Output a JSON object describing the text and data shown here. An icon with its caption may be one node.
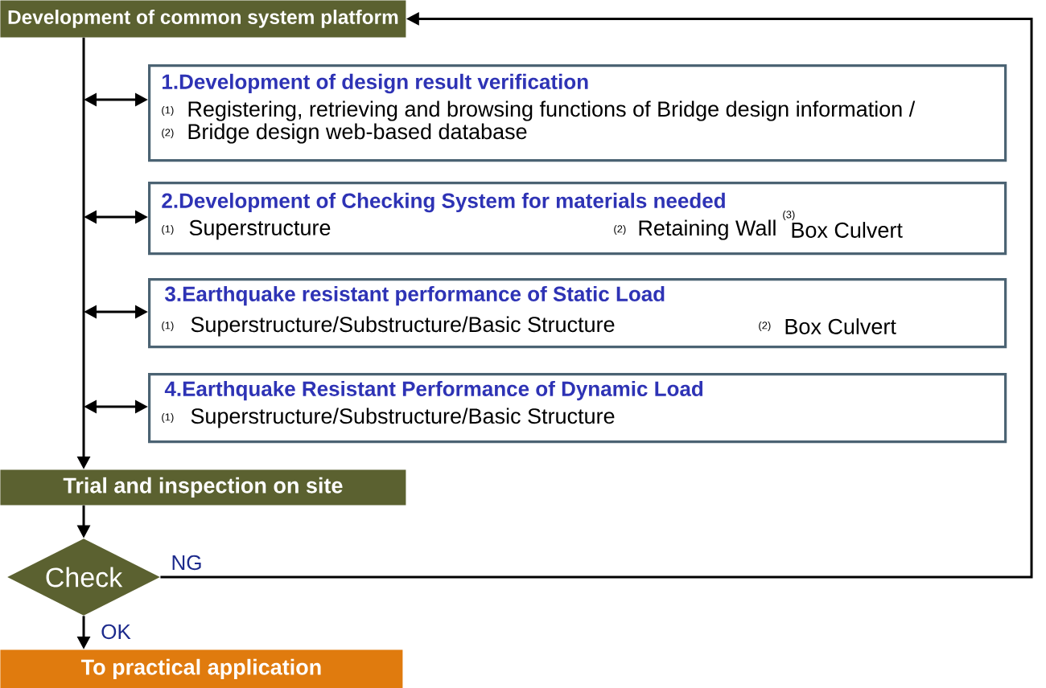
{
  "diagram": {
    "nodes": [
      {
        "text": [
          "Development of common system platform"
        ]
      },
      {
        "text": [
          "1.Development of design result verification",
          "(1)",
          "Registering, retrieving and browsing functions of Bridge design information /",
          "(2)",
          "Bridge design web-based database"
        ]
      },
      {
        "text": [
          "2.Development of Checking System for materials needed",
          "(1)",
          "Superstructure",
          "(2)",
          "Retaining Wall",
          "(3)",
          "Box Culvert"
        ]
      },
      {
        "text": [
          "3.Earthquake resistant performance of Static Load",
          "(1)",
          "Superstructure/Substructure/Basic Structure",
          "(2)",
          "Box Culvert"
        ]
      },
      {
        "text": [
          "4.Earthquake Resistant Performance of Dynamic Load",
          "(1)",
          "Superstructure/Substructure/Basic Structure"
        ]
      },
      {
        "text": [
          "Trial and inspection on site"
        ]
      },
      {
        "text": [
          "Check"
        ]
      },
      {
        "text": [
          "To practical application"
        ]
      }
    ],
    "edges": [
      {
        "from": 0,
        "to": 5,
        "arrow": "to"
      },
      {
        "from": null,
        "to": 1,
        "arrow": "both"
      },
      {
        "from": null,
        "to": 2,
        "arrow": "both"
      },
      {
        "from": null,
        "to": 3,
        "arrow": "both"
      },
      {
        "from": null,
        "to": 4,
        "arrow": "both"
      },
      {
        "from": 5,
        "to": 6,
        "arrow": "to"
      },
      {
        "from": 6,
        "to": 0,
        "arrow": "to",
        "label": "NG"
      },
      {
        "from": 6,
        "to": 7,
        "arrow": "to",
        "label": "OK"
      }
    ]
  }
}
